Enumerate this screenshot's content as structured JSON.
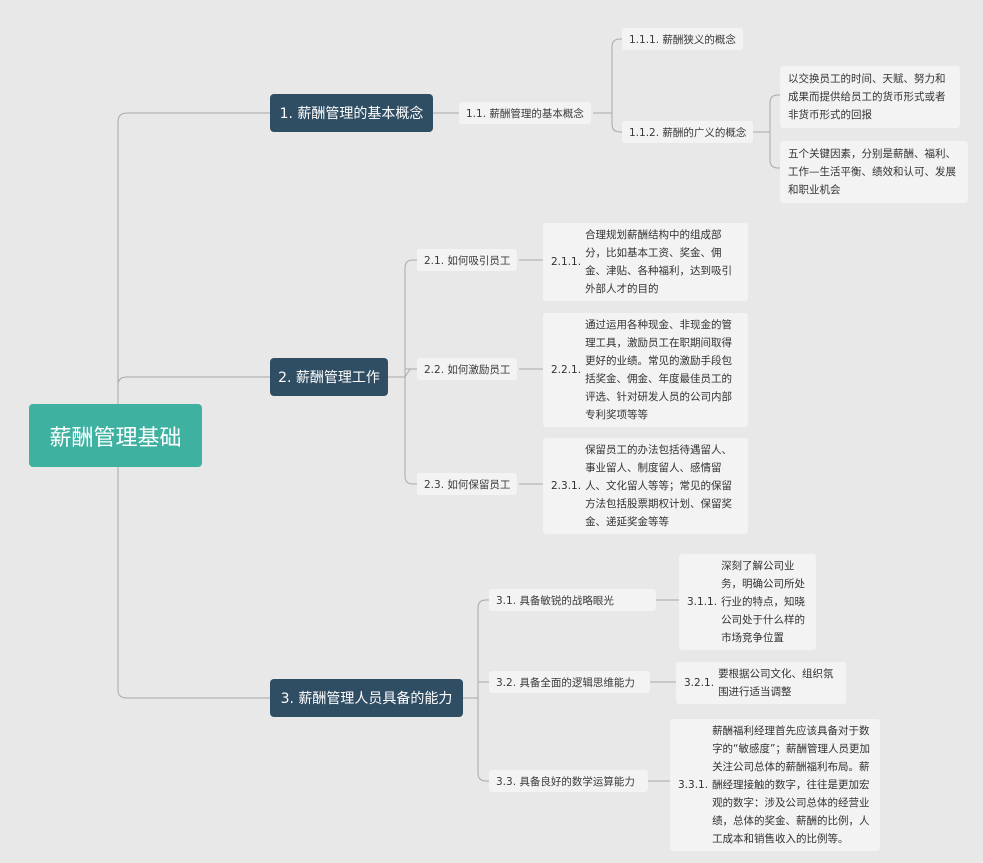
{
  "root": "薪酬管理基础",
  "branches": [
    {
      "label": "1. 薪酬管理的基本概念",
      "children": [
        {
          "label": "1.1. 薪酬管理的基本概念",
          "children": [
            {
              "label": "1.1.1. 薪酬狭义的概念"
            },
            {
              "label": "1.1.2. 薪酬的广义的概念",
              "notes": [
                "以交换员工的时间、天赋、努力和成果而提供给员工的货币形式或者非货币形式的回报",
                "五个关键因素，分别是薪酬、福利、工作—生活平衡、绩效和认可、发展和职业机会"
              ]
            }
          ]
        }
      ]
    },
    {
      "label": "2. 薪酬管理工作",
      "children": [
        {
          "label": "2.1. 如何吸引员工",
          "detail": {
            "num": "2.1.1.",
            "text": "合理规划薪酬结构中的组成部分，比如基本工资、奖金、佣金、津贴、各种福利，达到吸引外部人才的目的"
          }
        },
        {
          "label": "2.2. 如何激励员工",
          "detail": {
            "num": "2.2.1.",
            "text": "通过运用各种现金、非现金的管理工具，激励员工在职期间取得更好的业绩。常见的激励手段包括奖金、佣金、年度最佳员工的评选、针对研发人员的公司内部专利奖项等等"
          }
        },
        {
          "label": "2.3. 如何保留员工",
          "detail": {
            "num": "2.3.1.",
            "text": "保留员工的办法包括待遇留人、事业留人、制度留人、感情留人、文化留人等等；常见的保留方法包括股票期权计划、保留奖金、递延奖金等等"
          }
        }
      ]
    },
    {
      "label": "3. 薪酬管理人员具备的能力",
      "children": [
        {
          "label": "3.1. 具备敏锐的战略眼光",
          "detail": {
            "num": "3.1.1.",
            "text": "深刻了解公司业务，明确公司所处行业的特点，知晓公司处于什么样的市场竞争位置"
          }
        },
        {
          "label": "3.2. 具备全面的逻辑思维能力",
          "detail": {
            "num": "3.2.1.",
            "text": "要根据公司文化、组织氛围进行适当调整"
          }
        },
        {
          "label": "3.3. 具备良好的数学运算能力",
          "detail": {
            "num": "3.3.1.",
            "text": "薪酬福利经理首先应该具备对于数字的“敏感度”；薪酬管理人员更加关注公司总体的薪酬福利布局。薪酬经理接触的数字，往往是更加宏观的数字：涉及公司总体的经营业绩，总体的奖金、薪酬的比例，人工成本和销售收入的比例等。"
          }
        }
      ]
    }
  ]
}
